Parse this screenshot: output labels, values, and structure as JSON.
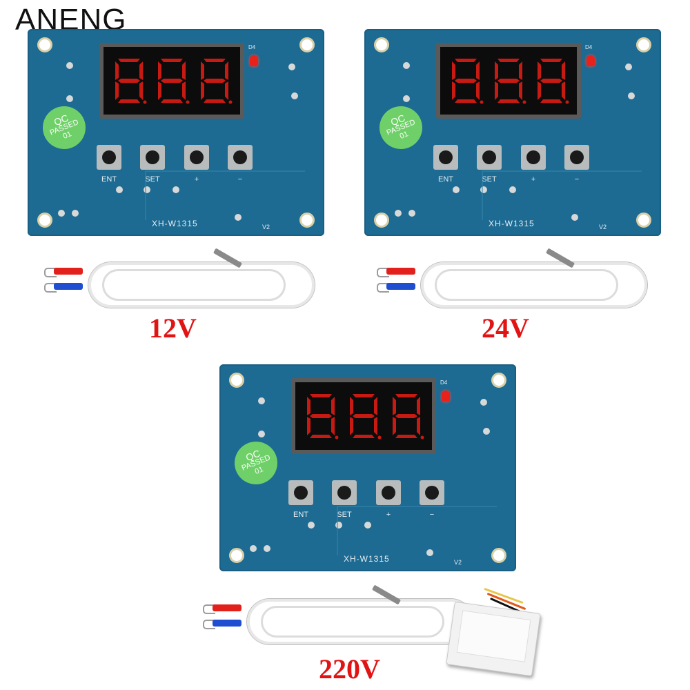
{
  "brand": "ANENG",
  "board": {
    "model": "XH-W1315",
    "revision": "V2",
    "led_label": "D4",
    "qc_sticker": [
      "QC",
      "PASSED",
      "01"
    ],
    "buttons": [
      "ENT",
      "SET",
      "+",
      "−"
    ]
  },
  "variants": [
    {
      "voltage": "12V"
    },
    {
      "voltage": "24V"
    },
    {
      "voltage": "220V"
    }
  ],
  "colors": {
    "pcb": "#1d6a92",
    "voltage_text": "#e21313",
    "qc_sticker": "#6fd06a",
    "led": "#e8211a"
  }
}
